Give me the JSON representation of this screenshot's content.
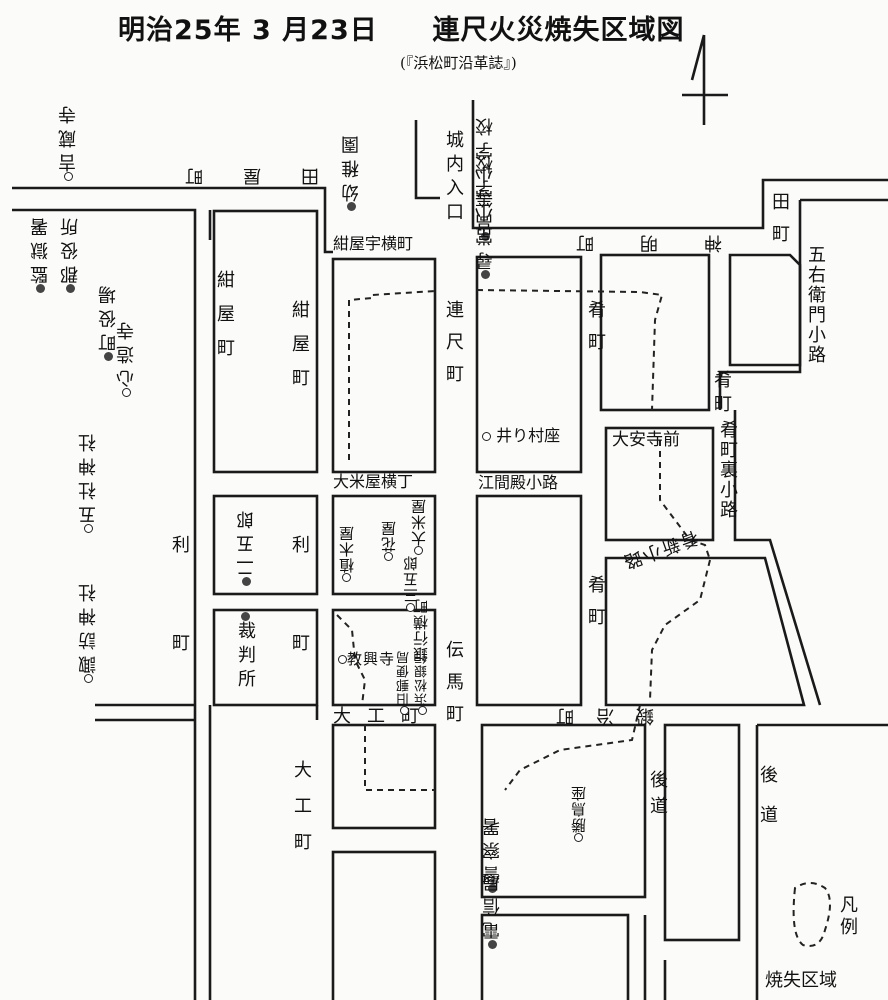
{
  "title": {
    "date": "明治25年 3 月23日",
    "main": "連尺火災焼失区域図"
  },
  "source": "(『浜松町沿革誌』)",
  "streets": {
    "renjaku": "連尺町",
    "temma": "伝馬町",
    "daiku_h": "大工町",
    "daiku_v": "大工町",
    "konya_left": "紺屋町",
    "konya_right": "紺屋町",
    "kami_row": "神明町",
    "sakana_upper": "肴町",
    "sakana_mid": "肴町",
    "sakana_lower": "肴町",
    "kaji": "鍛冶町",
    "ushiro_left": "後道",
    "ushiro_right": "後道",
    "den": "田町",
    "gouemon": "五右衛門小路",
    "sakana_ura": "肴町裏小路",
    "sakana_shin": "肴新小路",
    "koremon": "江間殿小路",
    "ohyori": "大米屋横丁",
    "ginko": "銀行横町",
    "shiro": "城内入口",
    "toshi_left": "利町",
    "toshi_right": "利町",
    "koya_h": "紺屋宇横町",
    "top_h": "田屋町"
  },
  "places": [
    {
      "name": "幼稚園",
      "marker": "filled"
    },
    {
      "name": "高等小学校",
      "marker": "filled"
    },
    {
      "name": "尋常小学校",
      "marker": "filled"
    },
    {
      "name": "監獄署",
      "marker": "filled"
    },
    {
      "name": "郡役所",
      "marker": "filled"
    },
    {
      "name": "町役場",
      "marker": "filled"
    },
    {
      "name": "心造寺",
      "marker": "open"
    },
    {
      "name": "五社神社",
      "marker": "open"
    },
    {
      "name": "諏訪神社",
      "marker": "open"
    },
    {
      "name": "吉蔵寺",
      "marker": "open"
    },
    {
      "name": "二五郎",
      "marker": "filled"
    },
    {
      "name": "裁判所",
      "marker": "filled"
    },
    {
      "name": "井り村座",
      "marker": "open"
    },
    {
      "name": "大米屋",
      "marker": "open"
    },
    {
      "name": "花屋",
      "marker": "open"
    },
    {
      "name": "三五郎",
      "marker": "open"
    },
    {
      "name": "植木屋",
      "marker": "open"
    },
    {
      "name": "教興寺",
      "marker": "open"
    },
    {
      "name": "浜松銀行",
      "marker": "open"
    },
    {
      "name": "旧郵便局",
      "marker": "open"
    },
    {
      "name": "勝鳥座",
      "marker": "open"
    },
    {
      "name": "警察署",
      "marker": "filled"
    },
    {
      "name": "電信局",
      "marker": "filled"
    },
    {
      "name": "大安寺前",
      "marker": "none"
    }
  ],
  "legend": {
    "title": "凡例",
    "item": "焼失区域"
  },
  "colors": {
    "line": "#1a1a1a",
    "bg": "#fbfbf9"
  }
}
